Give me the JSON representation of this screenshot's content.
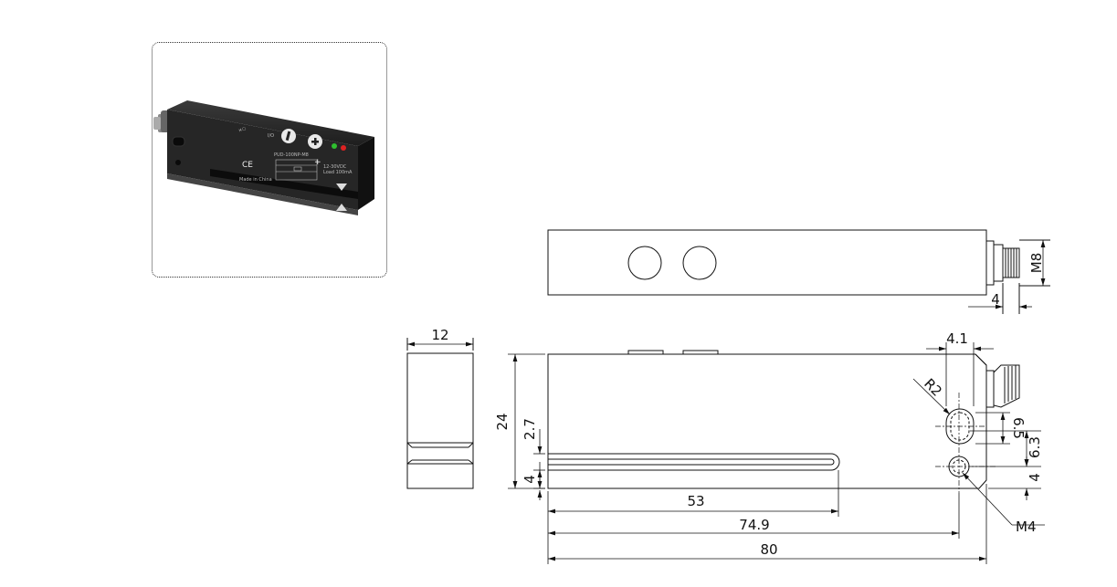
{
  "photo": {
    "model_label": "PUD-100NP-M8",
    "ce_mark": "CE",
    "made_in": "Made in China",
    "spec_line1": "12-30VDC",
    "spec_line2": "Load 100mA"
  },
  "dimensions": {
    "width_12": "12",
    "m8": "M8",
    "conn_4": "4",
    "d4_1": "4.1",
    "r2": "R2",
    "h24": "24",
    "slot_2_7": "2.7",
    "base_4": "4",
    "d6_5": "6.5",
    "d6_3": "6.3",
    "d4_right": "4",
    "l53": "53",
    "l74_9": "74.9",
    "l80": "80",
    "m4": "M4"
  }
}
